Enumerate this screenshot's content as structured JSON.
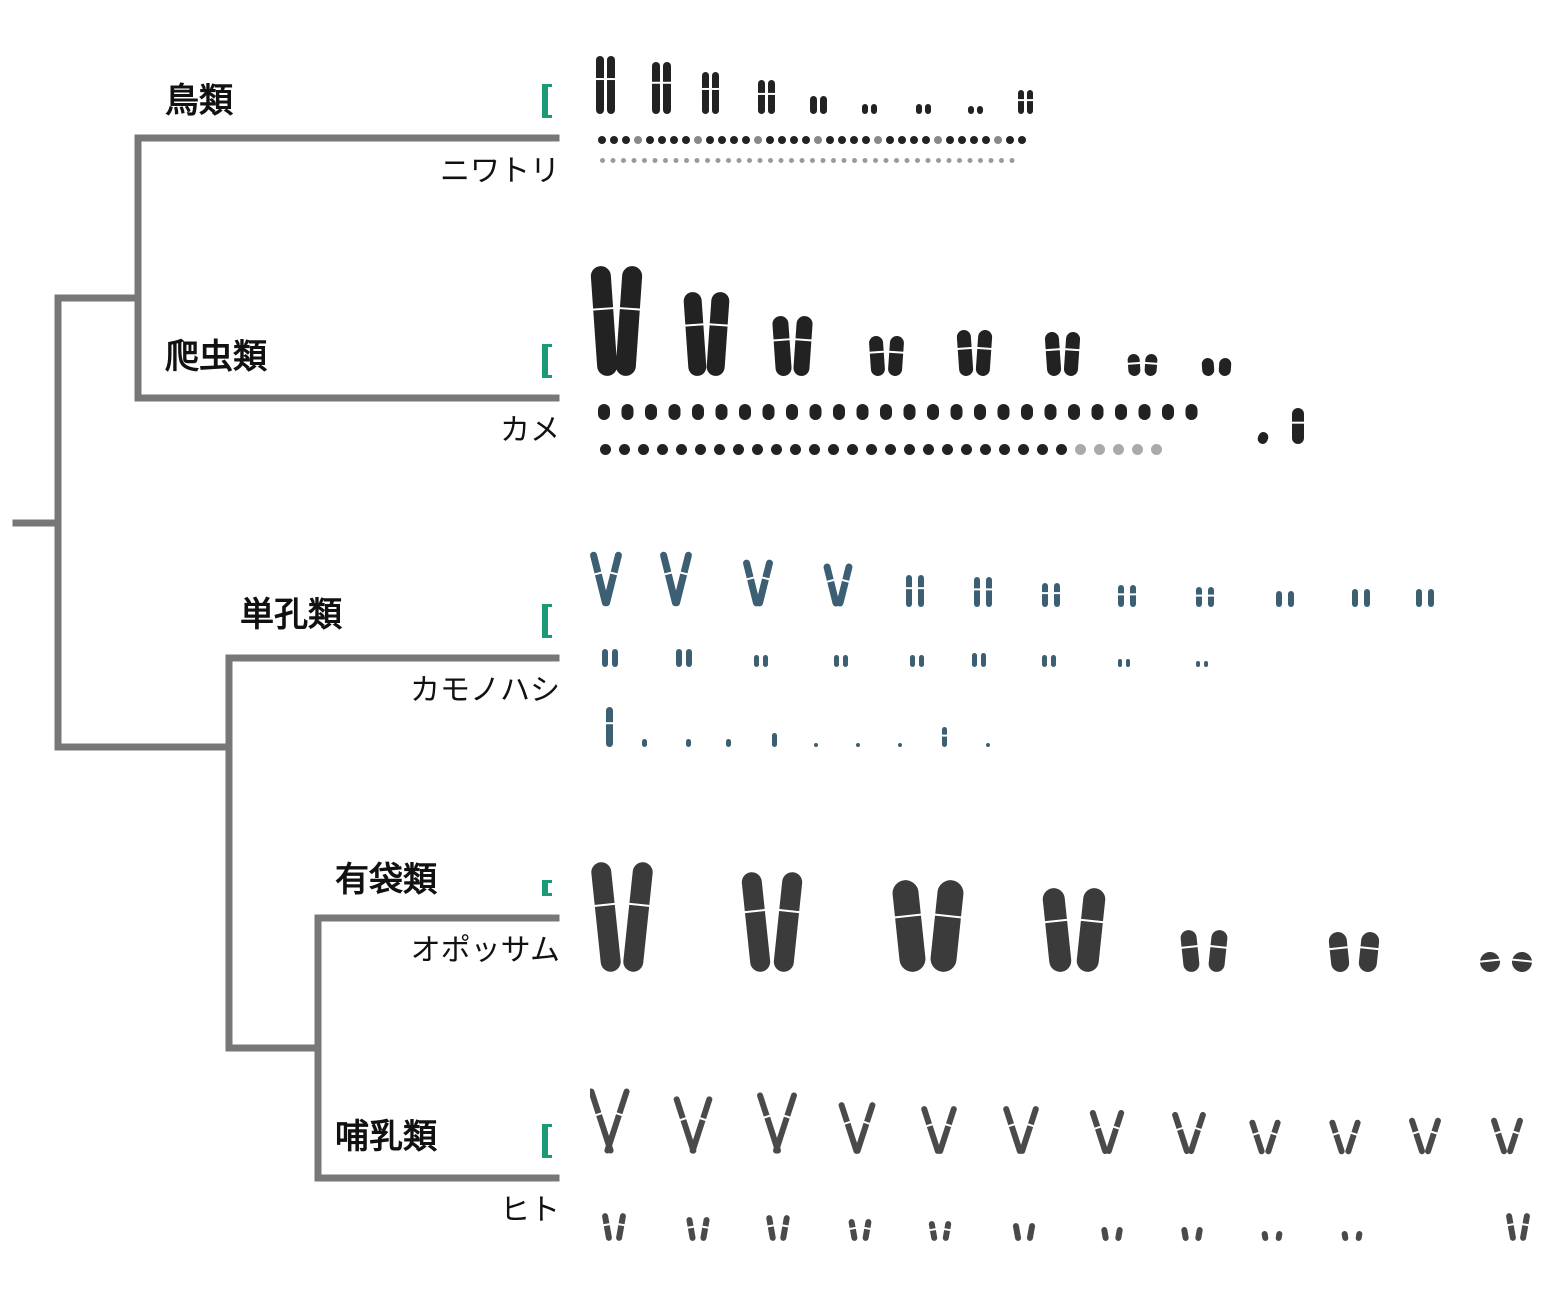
{
  "colors": {
    "tree": "#777777",
    "scale_bar": "#1a9a76",
    "chromosome_dark": "#222222",
    "chromosome_blue": "#3d5f73"
  },
  "clades": [
    {
      "id": "bird",
      "label": "鳥類",
      "species": "ニワトリ"
    },
    {
      "id": "reptile",
      "label": "爬虫類",
      "species": "カメ"
    },
    {
      "id": "monotreme",
      "label": "単孔類",
      "species": "カモノハシ"
    },
    {
      "id": "marsupial",
      "label": "有袋類",
      "species": "オポッサム"
    },
    {
      "id": "mammal",
      "label": "哺乳類",
      "species": "ヒト"
    }
  ],
  "icons": {
    "scale_bar": "scale-bar-icon",
    "karyotype": "karyotype-icon"
  }
}
